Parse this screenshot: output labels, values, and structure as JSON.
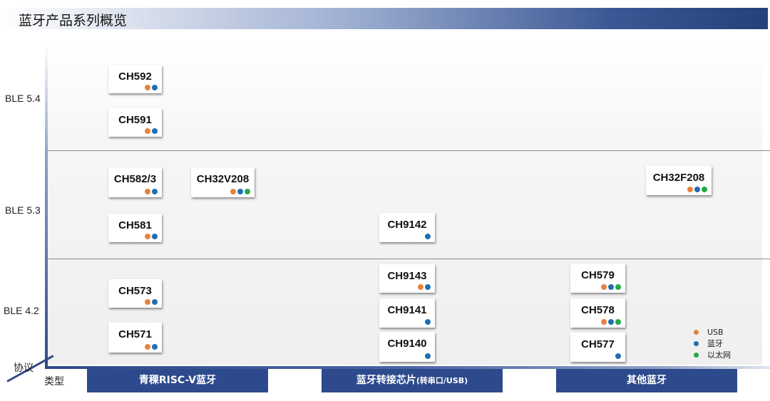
{
  "title": "蓝牙产品系列概览",
  "axis": {
    "y_corner": "协议",
    "x_corner": "类型"
  },
  "protocols": [
    "BLE 5.4",
    "BLE 5.3",
    "BLE 4.2"
  ],
  "categories": [
    {
      "label": "青稞RISC-V蓝牙",
      "sub": ""
    },
    {
      "label": "蓝牙转接芯片",
      "sub": "(转串口/USB)"
    },
    {
      "label": "其他蓝牙",
      "sub": ""
    }
  ],
  "legend": [
    {
      "key": "usb",
      "label": "USB",
      "color": "#e8823a"
    },
    {
      "key": "bt",
      "label": "蓝牙",
      "color": "#1f6fb2"
    },
    {
      "key": "eth",
      "label": "以太网",
      "color": "#25a84a"
    }
  ],
  "chips": [
    {
      "name": "CH592",
      "features": [
        "usb",
        "bt"
      ]
    },
    {
      "name": "CH591",
      "features": [
        "usb",
        "bt"
      ]
    },
    {
      "name": "CH582/3",
      "features": [
        "usb",
        "bt"
      ]
    },
    {
      "name": "CH32V208",
      "features": [
        "usb",
        "bt",
        "eth"
      ]
    },
    {
      "name": "CH32F208",
      "features": [
        "usb",
        "bt",
        "eth"
      ]
    },
    {
      "name": "CH581",
      "features": [
        "usb",
        "bt"
      ]
    },
    {
      "name": "CH9142",
      "features": [
        "bt"
      ]
    },
    {
      "name": "CH9143",
      "features": [
        "usb",
        "bt"
      ]
    },
    {
      "name": "CH579",
      "features": [
        "usb",
        "bt",
        "eth"
      ]
    },
    {
      "name": "CH573",
      "features": [
        "usb",
        "bt"
      ]
    },
    {
      "name": "CH9141",
      "features": [
        "bt"
      ]
    },
    {
      "name": "CH578",
      "features": [
        "usb",
        "bt",
        "eth"
      ]
    },
    {
      "name": "CH571",
      "features": [
        "usb",
        "bt"
      ]
    },
    {
      "name": "CH9140",
      "features": [
        "bt"
      ]
    },
    {
      "name": "CH577",
      "features": [
        "bt"
      ]
    }
  ]
}
